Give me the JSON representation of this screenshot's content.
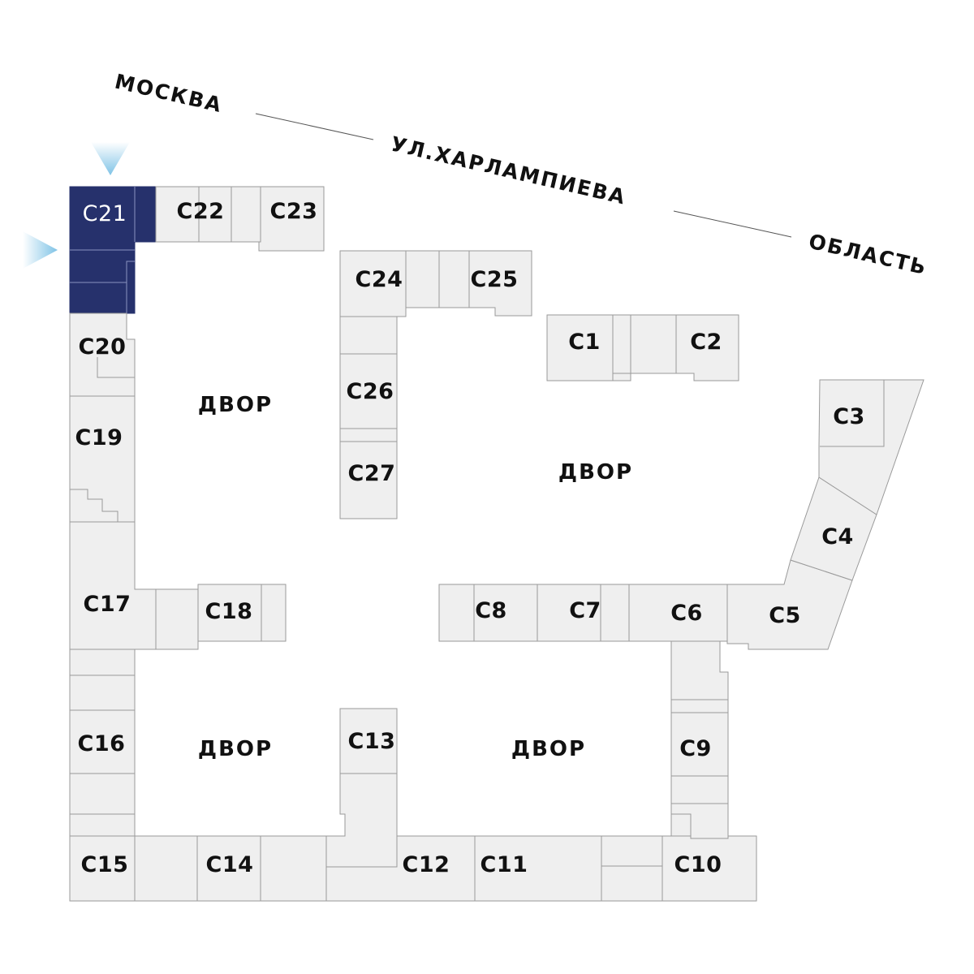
{
  "road": {
    "part1": "МОСКВА",
    "part2": "УЛ.ХАРЛАМПИЕВА",
    "part3": "ОБЛАСТЬ"
  },
  "yards": [
    "ДВОР",
    "ДВОР",
    "ДВОР",
    "ДВОР"
  ],
  "sections": {
    "c1": "С1",
    "c2": "С2",
    "c3": "С3",
    "c4": "С4",
    "c5": "С5",
    "c6": "С6",
    "c7": "С7",
    "c8": "С8",
    "c9": "С9",
    "c10": "С10",
    "c11": "С11",
    "c12": "С12",
    "c13": "С13",
    "c14": "С14",
    "c15": "С15",
    "c16": "С16",
    "c17": "С17",
    "c18": "С18",
    "c19": "С19",
    "c20": "С20",
    "c21": "С21",
    "c22": "С22",
    "c23": "С23",
    "c24": "С24",
    "c25": "С25",
    "c26": "С26",
    "c27": "С27"
  },
  "selected_section": "С21",
  "colors": {
    "selected": "#26316c",
    "section": "#efefef",
    "outline": "#9a9a9a",
    "entrance_marker": "#7fc3e6"
  },
  "icons": {
    "entrance_top": "triangle-down-icon",
    "entrance_left": "triangle-right-icon"
  }
}
